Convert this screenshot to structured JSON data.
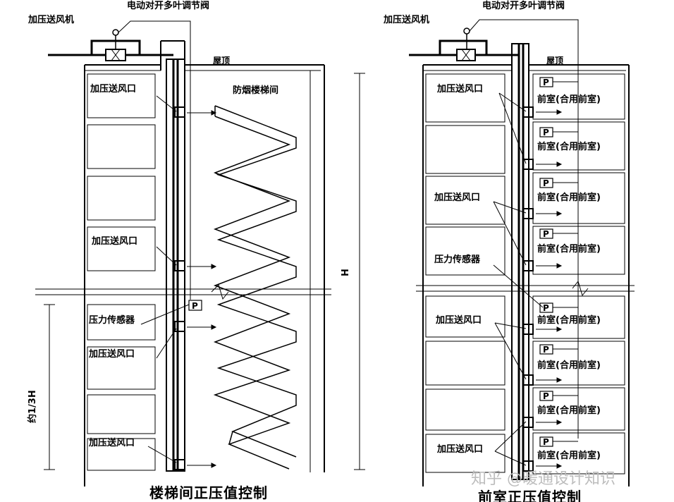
{
  "left": {
    "fan_label": "加压送风机",
    "damper_label": "电动对开多叶调节阀",
    "roof_label": "屋顶",
    "stair_label": "防烟楼梯间",
    "outlet_label": "加压送风口",
    "sensor_label": "压力传感器",
    "sensor_symbol": "P",
    "height_label": "H",
    "third_label": "约1/3H",
    "caption": "楼梯间正压值控制"
  },
  "right": {
    "fan_label": "加压送风机",
    "damper_label": "电动对开多叶调节阀",
    "roof_label": "屋顶",
    "room_label": "前室(合用前室)",
    "outlet_label": "加压送风口",
    "sensor_label": "压力传感器",
    "sensor_symbol": "P",
    "caption": "前室正压值控制"
  },
  "watermark": "知乎 @暖通设计知识"
}
